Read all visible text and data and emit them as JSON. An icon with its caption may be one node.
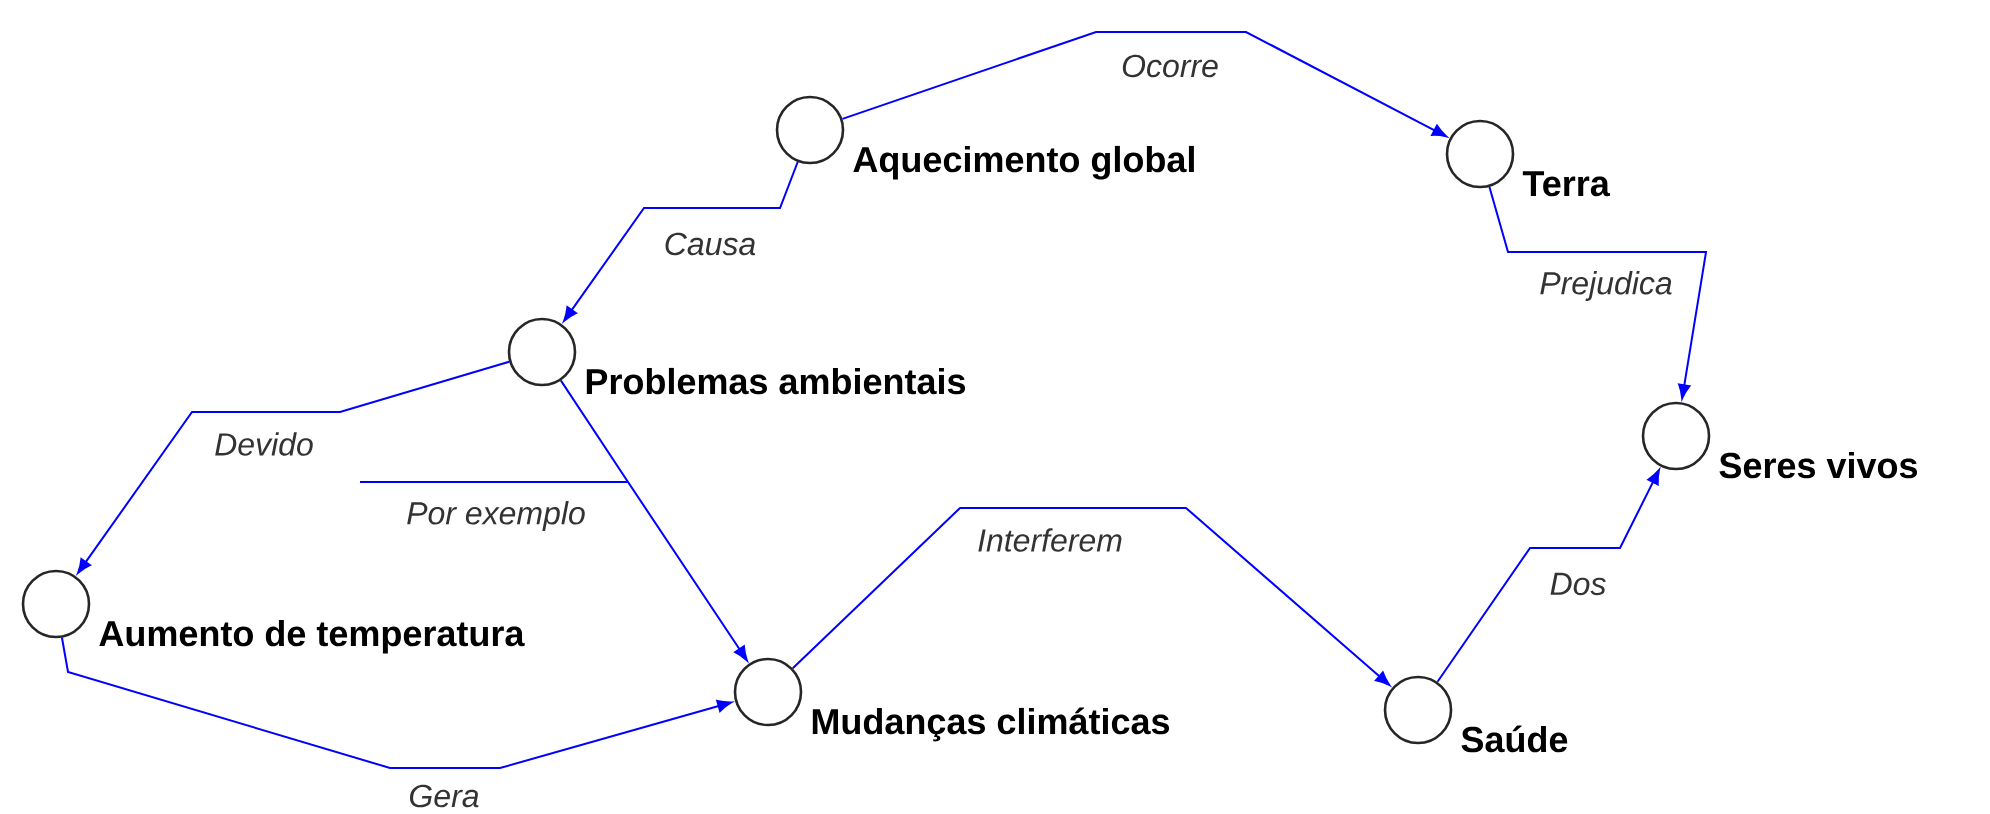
{
  "diagram": {
    "nodes": [
      {
        "text": [
          "Aquecimento global"
        ]
      },
      {
        "text": [
          "Terra"
        ]
      },
      {
        "text": [
          "Problemas ambientais"
        ]
      },
      {
        "text": [
          "Seres vivos"
        ]
      },
      {
        "text": [
          "Aumento de temperatura"
        ]
      },
      {
        "text": [
          "Mudanças climáticas"
        ]
      },
      {
        "text": [
          "Saúde"
        ]
      }
    ],
    "edges": [
      {
        "from": 0,
        "to": 1,
        "arrow": "to",
        "label": "Ocorre"
      },
      {
        "from": 0,
        "to": 2,
        "arrow": "to",
        "label": "Causa"
      },
      {
        "from": 1,
        "to": 3,
        "arrow": "to",
        "label": "Prejudica"
      },
      {
        "from": 2,
        "to": 4,
        "arrow": "to",
        "label": "Devido"
      },
      {
        "from": 2,
        "to": 5,
        "arrow": "to",
        "label": "Por exemplo"
      },
      {
        "from": 4,
        "to": 5,
        "arrow": "to",
        "label": "Gera"
      },
      {
        "from": 5,
        "to": 6,
        "arrow": "to",
        "label": "Interferem"
      },
      {
        "from": 6,
        "to": 3,
        "arrow": "to",
        "label": "Dos"
      }
    ]
  }
}
